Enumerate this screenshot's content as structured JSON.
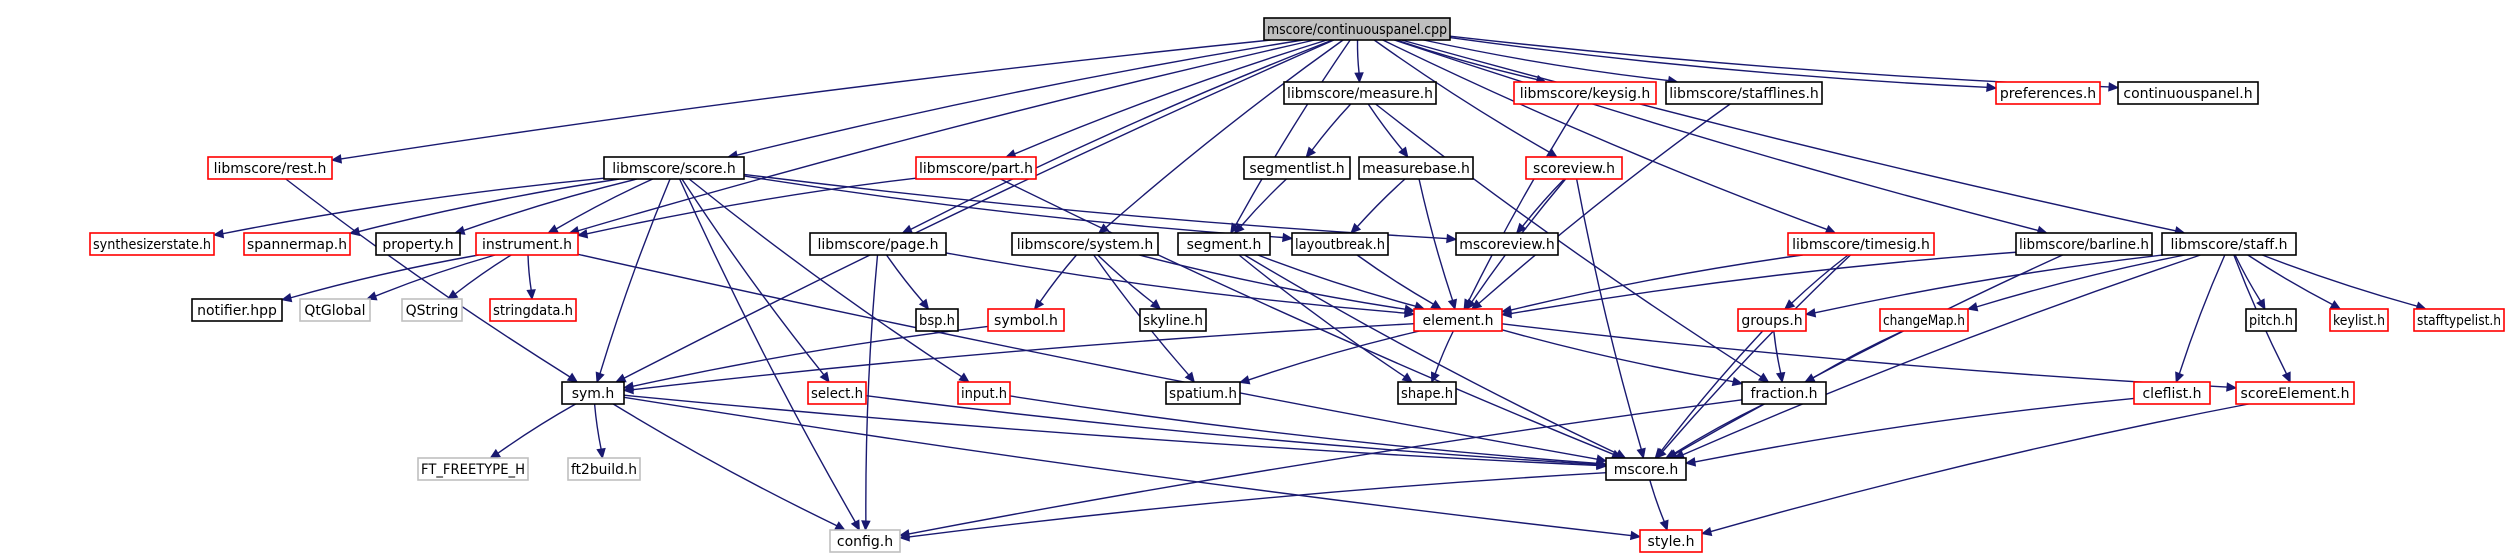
{
  "colors": {
    "edge": "#191970",
    "border_plain": "#000000",
    "border_link": "#ff0000",
    "border_external": "#bfbfbf",
    "fill_root": "#bfbfbf",
    "fill_default": "#ffffff"
  },
  "nodes": [
    {
      "id": "root",
      "label": "mscore/continuouspanel.cpp",
      "kind": "root"
    },
    {
      "id": "rest",
      "label": "libmscore/rest.h",
      "kind": "link"
    },
    {
      "id": "score",
      "label": "libmscore/score.h",
      "kind": "plain"
    },
    {
      "id": "part",
      "label": "libmscore/part.h",
      "kind": "link"
    },
    {
      "id": "page",
      "label": "libmscore/page.h",
      "kind": "plain"
    },
    {
      "id": "system",
      "label": "libmscore/system.h",
      "kind": "plain"
    },
    {
      "id": "measure",
      "label": "libmscore/measure.h",
      "kind": "plain"
    },
    {
      "id": "segmentlist",
      "label": "segmentlist.h",
      "kind": "plain"
    },
    {
      "id": "measurebase",
      "label": "measurebase.h",
      "kind": "plain"
    },
    {
      "id": "keysig",
      "label": "libmscore/keysig.h",
      "kind": "link"
    },
    {
      "id": "scoreview",
      "label": "scoreview.h",
      "kind": "link"
    },
    {
      "id": "stafflines",
      "label": "libmscore/stafflines.h",
      "kind": "plain"
    },
    {
      "id": "timesig",
      "label": "libmscore/timesig.h",
      "kind": "link"
    },
    {
      "id": "barline",
      "label": "libmscore/barline.h",
      "kind": "plain"
    },
    {
      "id": "preferences",
      "label": "preferences.h",
      "kind": "link"
    },
    {
      "id": "contpanel",
      "label": "continuouspanel.h",
      "kind": "plain"
    },
    {
      "id": "staff",
      "label": "libmscore/staff.h",
      "kind": "plain"
    },
    {
      "id": "synthstate",
      "label": "synthesizerstate.h",
      "kind": "link"
    },
    {
      "id": "spannermap",
      "label": "spannermap.h",
      "kind": "link"
    },
    {
      "id": "property",
      "label": "property.h",
      "kind": "plain"
    },
    {
      "id": "instrument",
      "label": "instrument.h",
      "kind": "link"
    },
    {
      "id": "segment",
      "label": "segment.h",
      "kind": "plain"
    },
    {
      "id": "layoutbreak",
      "label": "layoutbreak.h",
      "kind": "plain"
    },
    {
      "id": "mscoreview",
      "label": "mscoreview.h",
      "kind": "plain"
    },
    {
      "id": "notifier",
      "label": "notifier.hpp",
      "kind": "plain"
    },
    {
      "id": "qtglobal",
      "label": "QtGlobal",
      "kind": "external"
    },
    {
      "id": "qstring",
      "label": "QString",
      "kind": "external"
    },
    {
      "id": "stringdata",
      "label": "stringdata.h",
      "kind": "link"
    },
    {
      "id": "bsp",
      "label": "bsp.h",
      "kind": "plain"
    },
    {
      "id": "symbol",
      "label": "symbol.h",
      "kind": "link"
    },
    {
      "id": "skyline",
      "label": "skyline.h",
      "kind": "plain"
    },
    {
      "id": "element",
      "label": "element.h",
      "kind": "link"
    },
    {
      "id": "groups",
      "label": "groups.h",
      "kind": "link"
    },
    {
      "id": "changemap",
      "label": "changeMap.h",
      "kind": "link"
    },
    {
      "id": "pitch",
      "label": "pitch.h",
      "kind": "plain"
    },
    {
      "id": "keylist",
      "label": "keylist.h",
      "kind": "link"
    },
    {
      "id": "stafftypelist",
      "label": "stafftypelist.h",
      "kind": "link"
    },
    {
      "id": "sym",
      "label": "sym.h",
      "kind": "plain"
    },
    {
      "id": "select",
      "label": "select.h",
      "kind": "link"
    },
    {
      "id": "input",
      "label": "input.h",
      "kind": "link"
    },
    {
      "id": "spatium",
      "label": "spatium.h",
      "kind": "plain"
    },
    {
      "id": "shape",
      "label": "shape.h",
      "kind": "plain"
    },
    {
      "id": "fraction",
      "label": "fraction.h",
      "kind": "plain"
    },
    {
      "id": "cleflist",
      "label": "cleflist.h",
      "kind": "link"
    },
    {
      "id": "scoreelement",
      "label": "scoreElement.h",
      "kind": "link"
    },
    {
      "id": "ftfreetype",
      "label": "FT_FREETYPE_H",
      "kind": "external"
    },
    {
      "id": "ft2build",
      "label": "ft2build.h",
      "kind": "external"
    },
    {
      "id": "mscore",
      "label": "mscore.h",
      "kind": "plain"
    },
    {
      "id": "config",
      "label": "config.h",
      "kind": "external"
    },
    {
      "id": "style",
      "label": "style.h",
      "kind": "link"
    }
  ],
  "edges": [
    [
      "root",
      "sym"
    ],
    [
      "root",
      "rest"
    ],
    [
      "root",
      "score"
    ],
    [
      "root",
      "instrument"
    ],
    [
      "root",
      "part"
    ],
    [
      "root",
      "page"
    ],
    [
      "root",
      "system"
    ],
    [
      "root",
      "measure"
    ],
    [
      "root",
      "segment"
    ],
    [
      "root",
      "keysig"
    ],
    [
      "root",
      "scoreview"
    ],
    [
      "root",
      "stafflines"
    ],
    [
      "root",
      "timesig"
    ],
    [
      "root",
      "barline"
    ],
    [
      "root",
      "preferences"
    ],
    [
      "root",
      "contpanel"
    ],
    [
      "root",
      "staff"
    ],
    [
      "rest",
      "sym"
    ],
    [
      "score",
      "synthstate"
    ],
    [
      "score",
      "spannermap"
    ],
    [
      "score",
      "property"
    ],
    [
      "score",
      "instrument"
    ],
    [
      "score",
      "layoutbreak"
    ],
    [
      "score",
      "mscoreview"
    ],
    [
      "score",
      "sym"
    ],
    [
      "score",
      "select"
    ],
    [
      "score",
      "input"
    ],
    [
      "score",
      "config"
    ],
    [
      "part",
      "instrument"
    ],
    [
      "part",
      "mscore"
    ],
    [
      "instrument",
      "notifier"
    ],
    [
      "instrument",
      "qtglobal"
    ],
    [
      "instrument",
      "qstring"
    ],
    [
      "instrument",
      "stringdata"
    ],
    [
      "instrument",
      "mscore"
    ],
    [
      "page",
      "bsp"
    ],
    [
      "page",
      "element"
    ],
    [
      "page",
      "config"
    ],
    [
      "system",
      "symbol"
    ],
    [
      "system",
      "skyline"
    ],
    [
      "system",
      "spatium"
    ],
    [
      "system",
      "element"
    ],
    [
      "measure",
      "segmentlist"
    ],
    [
      "measure",
      "measurebase"
    ],
    [
      "measure",
      "fraction"
    ],
    [
      "segmentlist",
      "segment"
    ],
    [
      "measurebase",
      "layoutbreak"
    ],
    [
      "measurebase",
      "element"
    ],
    [
      "keysig",
      "element"
    ],
    [
      "scoreview",
      "mscoreview"
    ],
    [
      "scoreview",
      "element"
    ],
    [
      "scoreview",
      "mscore"
    ],
    [
      "stafflines",
      "element"
    ],
    [
      "timesig",
      "element"
    ],
    [
      "timesig",
      "groups"
    ],
    [
      "timesig",
      "mscore"
    ],
    [
      "barline",
      "element"
    ],
    [
      "barline",
      "mscore"
    ],
    [
      "staff",
      "groups"
    ],
    [
      "staff",
      "changemap"
    ],
    [
      "staff",
      "pitch"
    ],
    [
      "staff",
      "keylist"
    ],
    [
      "staff",
      "stafftypelist"
    ],
    [
      "staff",
      "cleflist"
    ],
    [
      "staff",
      "scoreelement"
    ],
    [
      "staff",
      "mscore"
    ],
    [
      "segment",
      "element"
    ],
    [
      "segment",
      "shape"
    ],
    [
      "segment",
      "mscore"
    ],
    [
      "layoutbreak",
      "element"
    ],
    [
      "symbol",
      "sym"
    ],
    [
      "element",
      "sym"
    ],
    [
      "element",
      "spatium"
    ],
    [
      "element",
      "shape"
    ],
    [
      "element",
      "fraction"
    ],
    [
      "element",
      "scoreelement"
    ],
    [
      "groups",
      "fraction"
    ],
    [
      "groups",
      "mscore"
    ],
    [
      "changemap",
      "fraction"
    ],
    [
      "cleflist",
      "mscore"
    ],
    [
      "scoreelement",
      "style"
    ],
    [
      "sym",
      "ftfreetype"
    ],
    [
      "sym",
      "ft2build"
    ],
    [
      "sym",
      "mscore"
    ],
    [
      "sym",
      "style"
    ],
    [
      "sym",
      "config"
    ],
    [
      "select",
      "mscore"
    ],
    [
      "input",
      "mscore"
    ],
    [
      "fraction",
      "mscore"
    ],
    [
      "fraction",
      "config"
    ],
    [
      "mscore",
      "config"
    ],
    [
      "mscore",
      "style"
    ]
  ]
}
